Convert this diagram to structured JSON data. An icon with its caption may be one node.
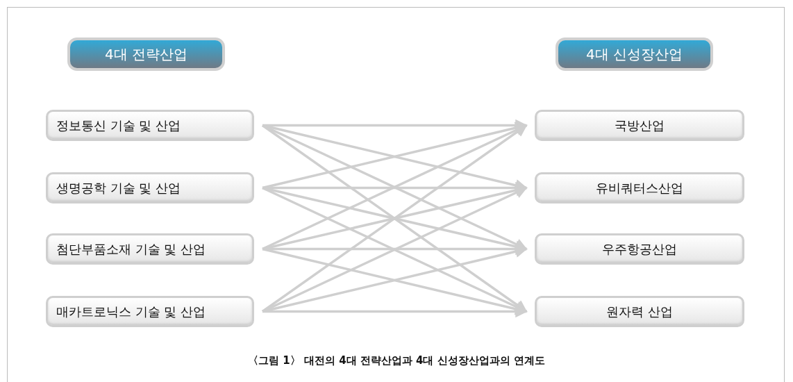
{
  "diagram": {
    "caption": "〈그림 1〉 대전의 4대 전략산업과 4대 신성장산업과의 연계도",
    "nodes": [
      {
        "text": [
          "4대 전략산업"
        ]
      },
      {
        "text": [
          "4대 신성장산업"
        ]
      },
      {
        "text": [
          "정보통신 기술 및 산업"
        ]
      },
      {
        "text": [
          "생명공학 기술 및 산업"
        ]
      },
      {
        "text": [
          "첨단부품소재 기술 및 산업"
        ]
      },
      {
        "text": [
          "매카트로닉스 기술 및 산업"
        ]
      },
      {
        "text": [
          "국방산업"
        ]
      },
      {
        "text": [
          "유비쿼터스산업"
        ]
      },
      {
        "text": [
          "우주항공산업"
        ]
      },
      {
        "text": [
          "원자력 산업"
        ]
      }
    ],
    "edges": [
      {
        "from": 2,
        "to": 6,
        "arrow": "to"
      },
      {
        "from": 2,
        "to": 7,
        "arrow": "to"
      },
      {
        "from": 2,
        "to": 8,
        "arrow": "to"
      },
      {
        "from": 2,
        "to": 9,
        "arrow": "to"
      },
      {
        "from": 3,
        "to": 6,
        "arrow": "to"
      },
      {
        "from": 3,
        "to": 7,
        "arrow": "to"
      },
      {
        "from": 3,
        "to": 8,
        "arrow": "to"
      },
      {
        "from": 3,
        "to": 9,
        "arrow": "to"
      },
      {
        "from": 4,
        "to": 6,
        "arrow": "to"
      },
      {
        "from": 4,
        "to": 7,
        "arrow": "to"
      },
      {
        "from": 4,
        "to": 8,
        "arrow": "to"
      },
      {
        "from": 4,
        "to": 9,
        "arrow": "to"
      },
      {
        "from": 5,
        "to": 6,
        "arrow": "to"
      },
      {
        "from": 5,
        "to": 7,
        "arrow": "to"
      },
      {
        "from": 5,
        "to": 8,
        "arrow": "to"
      },
      {
        "from": 5,
        "to": 9,
        "arrow": "to"
      }
    ]
  }
}
